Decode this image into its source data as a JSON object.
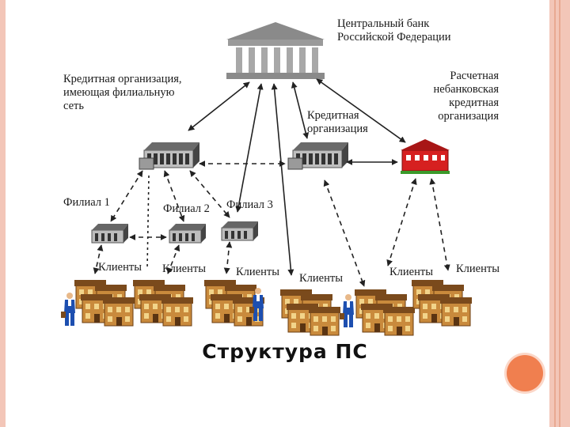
{
  "colors": {
    "frame": "#f3c6b8",
    "frame_dark": "#e9a992",
    "dot": "#f07f4f",
    "dot_ring": "#fbd7c8"
  },
  "labels": {
    "central_bank": "Центральный банк\nРоссийской Федерации",
    "credit_org_network": "Кредитная организация,\nимеющая филиальную\nсеть",
    "credit_org": "Кредитная\nорганизация",
    "settlement_org": "Расчетная\nнебанковская\nкредитная\nорганизация",
    "branch_1": "Филиал 1",
    "branch_2": "Филиал 2",
    "branch_3": "Филиал 3",
    "clients": "Клиенты"
  },
  "title": "Структура ПС"
}
